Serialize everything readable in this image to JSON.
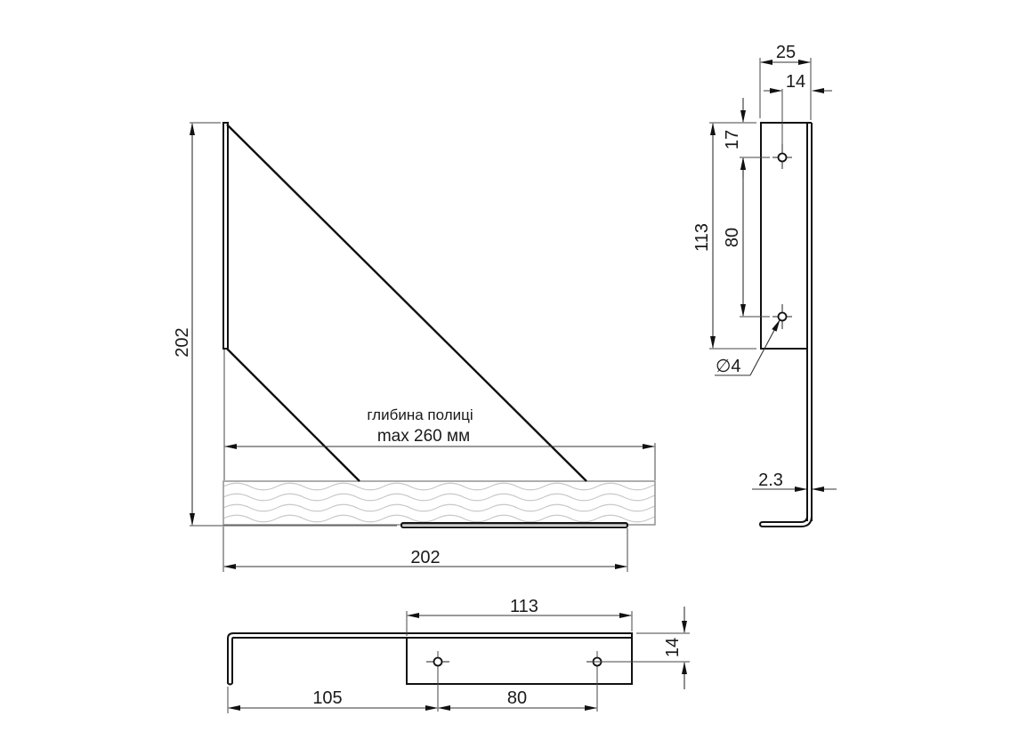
{
  "drawing": {
    "type": "technical-drawing",
    "subject": "shelf bracket",
    "units": "mm",
    "colors": {
      "line": "#111111",
      "dimension": "#333333",
      "wood_grain": "#c8c8c8",
      "background": "#ffffff"
    }
  },
  "side_view": {
    "note_line1": "глибина полиці",
    "note_line2": "max 260 мм",
    "dim_height": "202",
    "dim_width": "202"
  },
  "front_view": {
    "dim_width_total": "25",
    "dim_hole_offset_x": "14",
    "dim_hole_top": "17",
    "dim_hole_spacing": "80",
    "dim_plate_height": "113",
    "dim_hole_diameter": "∅4",
    "dim_thickness": "2.3"
  },
  "top_view": {
    "dim_plate_length": "113",
    "dim_hole_offset_y": "14",
    "dim_to_first_hole": "105",
    "dim_hole_spacing": "80"
  }
}
